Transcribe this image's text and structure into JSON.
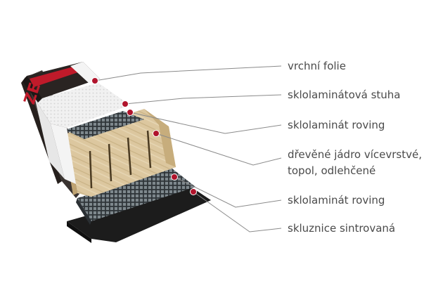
{
  "labels": {
    "top_sheet": "vrchní folie",
    "fiberglass_tape": "sklolaminátová stuha",
    "fiberglass_roving_top": "sklolaminát roving",
    "wood_core_line1": "dřevěné jádro vícevrstvé,",
    "wood_core_line2": "topol, odlehčené",
    "fiberglass_roving_bottom": "sklolaminát roving",
    "sintered_base": "skluznice sintrovaná"
  },
  "colors": {
    "callout_dot": "#b0142c",
    "callout_line": "#8a8a8a",
    "label_text": "#4a4a4a",
    "wood": "#d8c49b",
    "fiberglass_mesh": "#3a4146",
    "base": "#1c1c1c",
    "top_sheet_red": "#c01a2a"
  }
}
